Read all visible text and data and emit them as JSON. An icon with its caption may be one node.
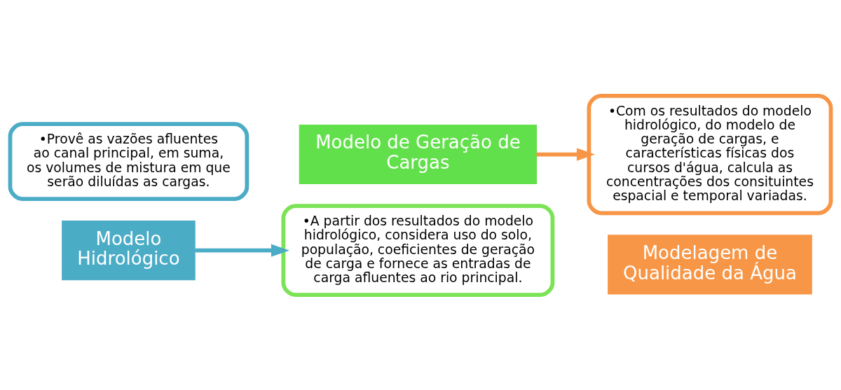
{
  "diagram": {
    "nodes": [
      {
        "text": [
          "•Provê as vazões afluentes ao canal principal, em suma, os volumes de mistura em que serão diluídas as cargas."
        ]
      },
      {
        "text": [
          "Modelo Hidrológico"
        ]
      },
      {
        "text": [
          "Modelo de Geração de Cargas"
        ]
      },
      {
        "text": [
          "•A partir dos resultados do modelo hidrológico, considera uso do solo, população, coeficientes de geração de carga e fornece as entradas de carga afluentes ao rio principal."
        ]
      },
      {
        "text": [
          "•Com os resultados do modelo hidrológico, do modelo de geração de cargas, e características físicas dos cursos d'água, calcula as concentrações dos consituintes espacial e temporal variadas."
        ]
      },
      {
        "text": [
          "Modelagem de Qualidade da Água"
        ]
      }
    ],
    "edges": [
      {
        "from": 1,
        "to": 3,
        "arrow": "to",
        "color": "#4bacc6"
      },
      {
        "from": 2,
        "to": 4,
        "arrow": "to",
        "color": "#f79646"
      }
    ]
  }
}
